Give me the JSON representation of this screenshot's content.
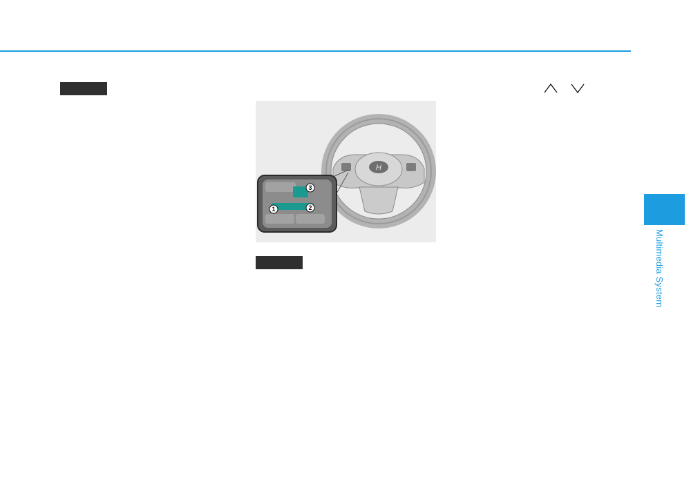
{
  "page": {
    "section_label": "Multimedia System",
    "accent_color": "#1e9ce0",
    "tag_color": "#2f2f2f"
  },
  "figure": {
    "description_icon": "steering-wheel-illustration",
    "brand_logo": "hyundai-logo",
    "callouts": [
      "1",
      "2",
      "3"
    ],
    "button_highlight_color": "#1b9a92"
  },
  "icons": {
    "up": "chevron-up-icon",
    "down": "chevron-down-icon"
  }
}
